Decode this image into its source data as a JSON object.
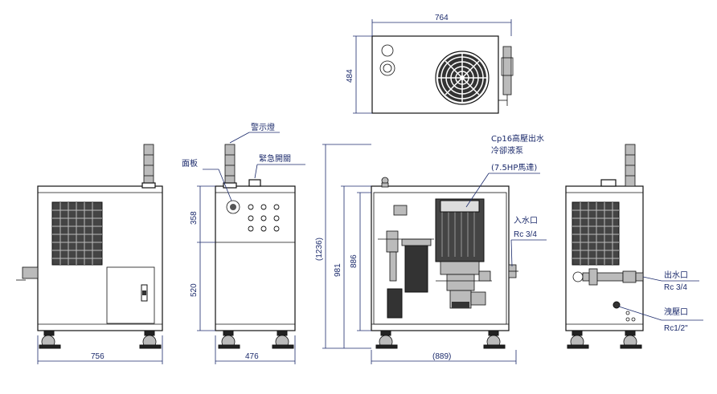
{
  "dimensions": {
    "top_width": "764",
    "top_depth": "484",
    "front_width": "756",
    "side_width": "476",
    "panel_height_upper": "358",
    "panel_height_lower": "520",
    "total_height": "(1236)",
    "inner_height_a": "981",
    "inner_height_b": "886",
    "base_width": "(889)"
  },
  "labels": {
    "alarm_light": "警示燈",
    "panel": "面板",
    "emergency_switch": "緊急開關",
    "pump_line1": "Cp16高壓出水",
    "pump_line2": "冷卻液泵",
    "pump_line3": "(7.5HP馬達)",
    "inlet_name": "入水口",
    "inlet_size": "Rc 3/4",
    "outlet_name": "出水口",
    "outlet_size": "Rc 3/4",
    "relief_name": "洩壓口",
    "relief_size": "Rc1/2\""
  }
}
